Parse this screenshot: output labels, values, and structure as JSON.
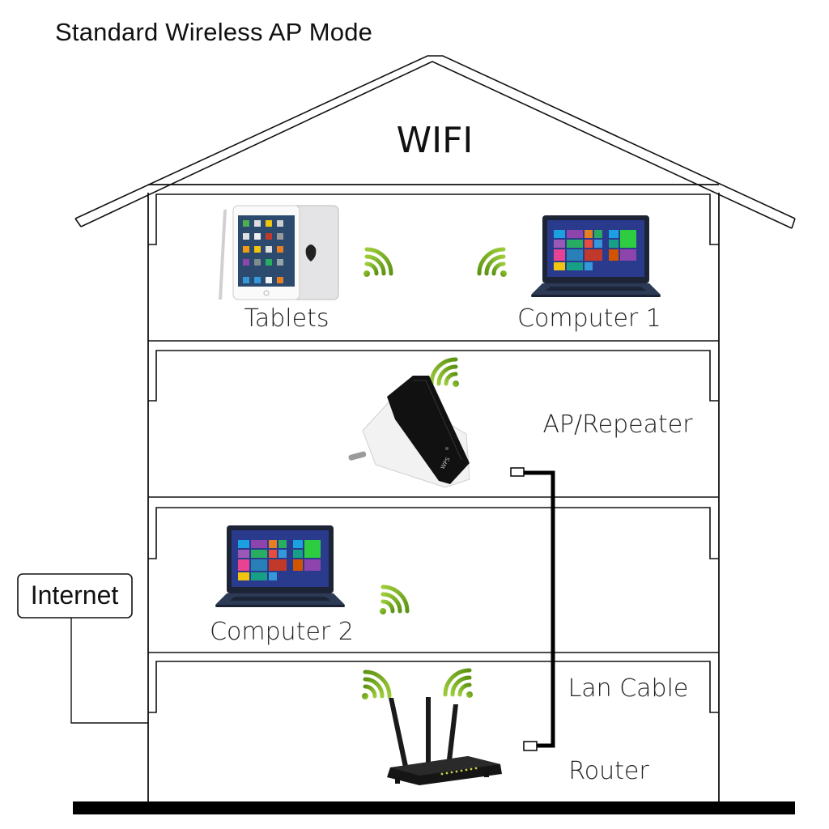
{
  "title": "Standard Wireless AP Mode",
  "house": {
    "roof_label": "WIFI",
    "floors": [
      {
        "name": "top-floor",
        "devices": [
          {
            "label": "Tablets",
            "icon": "tablet-icon"
          },
          {
            "label": "Computer 1",
            "icon": "laptop-icon"
          }
        ]
      },
      {
        "name": "second-floor",
        "devices": [
          {
            "label": "AP/Repeater",
            "icon": "repeater-icon"
          }
        ]
      },
      {
        "name": "third-floor",
        "devices": [
          {
            "label": "Computer 2",
            "icon": "laptop-icon"
          }
        ]
      },
      {
        "name": "ground-floor",
        "devices": [
          {
            "label": "Router",
            "icon": "router-icon"
          }
        ],
        "cable_label": "Lan Cable"
      }
    ]
  },
  "internet": {
    "label": "Internet"
  },
  "colors": {
    "wifi_signal": "#7ab51d",
    "wifi_signal_dark": "#5e9414",
    "line": "#111111",
    "laptop_body": "#2d3a55",
    "screen_bg": "#2a3a8c"
  }
}
